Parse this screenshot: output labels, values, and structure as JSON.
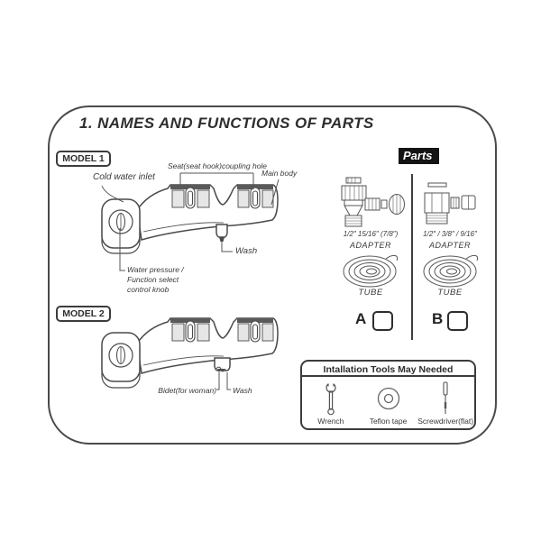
{
  "page": {
    "title": "1. NAMES AND FUNCTIONS OF PARTS"
  },
  "model1": {
    "badge": "MODEL 1",
    "labels": {
      "cold_water_inlet": "Cold water inlet",
      "seat_coupling": "Seat(seat hook)coupling hole",
      "main_body": "Main body",
      "wash": "Wash",
      "knob_line1": "Water pressure /",
      "knob_line2": "Function select",
      "knob_line3": "control knob"
    }
  },
  "model2": {
    "badge": "MODEL 2",
    "labels": {
      "bidet": "Bidet(for woman)",
      "wash": "Wash"
    }
  },
  "parts": {
    "badge": "Parts",
    "item_a": {
      "size": "1/2″  15/16″  (7/8″)",
      "type": "ADAPTER",
      "tube": "TUBE",
      "letter": "A"
    },
    "item_b": {
      "size": "1/2″ / 3/8″ / 9/16″",
      "type": "ADAPTER",
      "tube": "TUBE",
      "letter": "B"
    }
  },
  "tools": {
    "title": "Intallation Tools May Needed",
    "items": [
      {
        "name": "Wrench"
      },
      {
        "name": "Teflon tape"
      },
      {
        "name": "Screwdriver(flat)"
      }
    ]
  },
  "colors": {
    "line": "#4a4a4a",
    "text": "#3a3a3a",
    "badge_bg": "#141414"
  }
}
